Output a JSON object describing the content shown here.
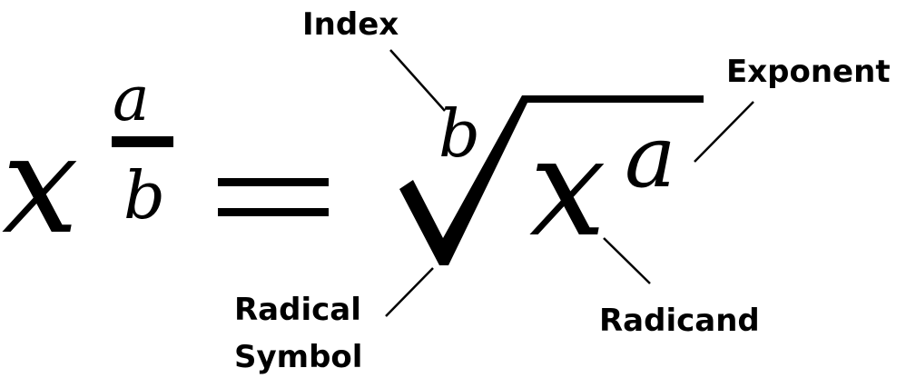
{
  "equation": {
    "base": "x",
    "numerator": "a",
    "denominator": "b",
    "equals": "=",
    "radical_index": "b",
    "radicand": "x",
    "exponent": "a"
  },
  "labels": {
    "index": "Index",
    "exponent": "Exponent",
    "radical_symbol_line1": "Radical",
    "radical_symbol_line2": "Symbol",
    "radicand": "Radicand"
  }
}
